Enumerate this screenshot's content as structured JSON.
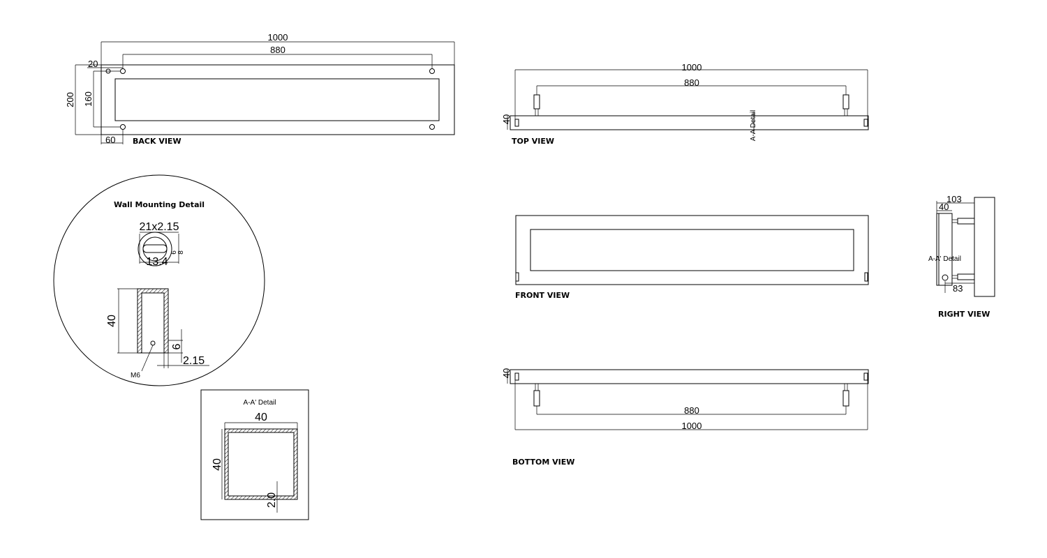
{
  "views": {
    "back": "BACK VIEW",
    "top": "TOP VIEW",
    "front": "FRONT VIEW",
    "right": "RIGHT VIEW",
    "bottom": "BOTTOM VIEW"
  },
  "details": {
    "wall": "Wall Mounting Detail",
    "aa_top": "A-A Detail",
    "aa_right": "A-A' Detail",
    "aa_box": "A-A' Detail",
    "m6": "M6"
  },
  "dims": {
    "back_1000": "1000",
    "back_880": "880",
    "back_20": "20",
    "back_200": "200",
    "back_160": "160",
    "back_60": "60",
    "top_1000": "1000",
    "top_880": "880",
    "top_40": "40",
    "wall_slot": "21x2.15",
    "wall_134": "13.4",
    "wall_6a": "6",
    "wall_8": "8",
    "wall_40": "40",
    "wall_6": "6",
    "wall_215": "2.15",
    "right_103": "103",
    "right_40": "40",
    "right_83": "83",
    "bot_40": "40",
    "bot_880": "880",
    "bot_1000": "1000",
    "box_40w": "40",
    "box_40h": "40",
    "box_2": "2.0"
  }
}
